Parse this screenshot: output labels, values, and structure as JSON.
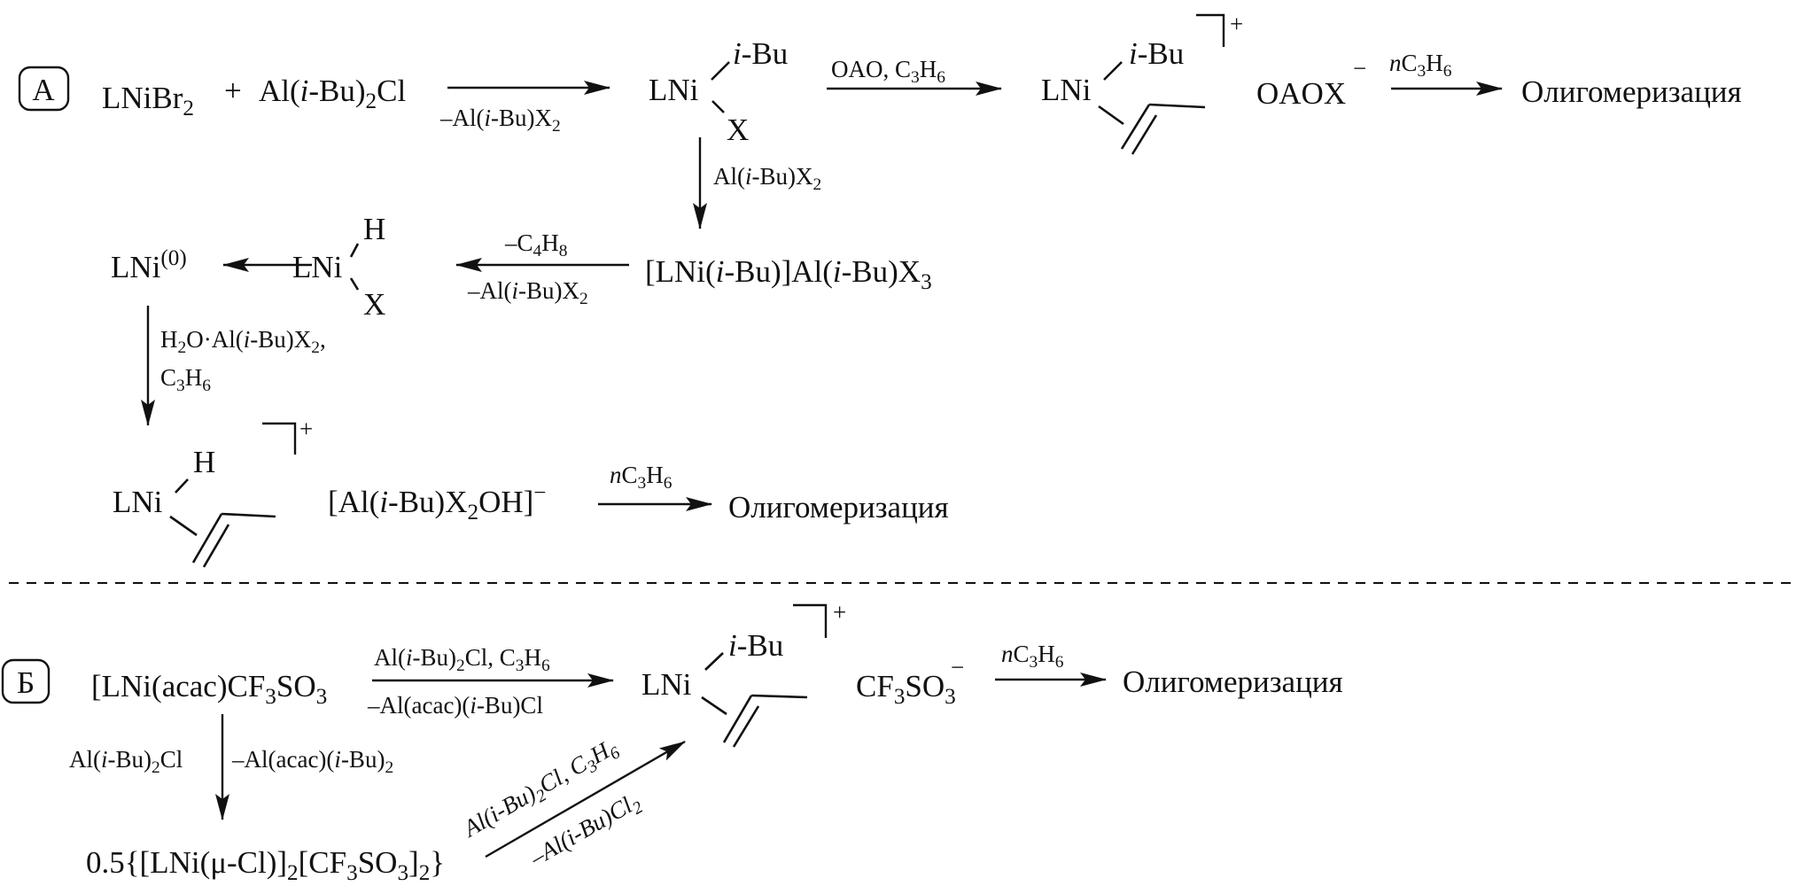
{
  "scheme": {
    "separator": "dashed-line",
    "panels": {
      "A": {
        "badge": "A",
        "reactant1": {
          "main": "LNiBr",
          "sub": "2"
        },
        "plus": "+",
        "reactant2": {
          "pre": "Al(",
          "it": "i",
          "post": "-Bu)",
          "sub": "2",
          "tail": "Cl"
        },
        "arrow1_below": {
          "pre": "–Al(",
          "it": "i",
          "post": "-Bu)X",
          "sub": "2"
        },
        "int1": {
          "center": "LNi",
          "upper": {
            "it": "i",
            "post": "-Bu"
          },
          "lower": "X"
        },
        "arrow2_above": {
          "pre": "OAO, C",
          "sub1": "3",
          "mid": "H",
          "sub2": "6"
        },
        "cation1": {
          "center": "LNi",
          "upper": {
            "it": "i",
            "post": "-Bu"
          },
          "charge": "+",
          "ligand": "propene"
        },
        "anion1": {
          "main": "OAOX",
          "charge": "−"
        },
        "arrow3_above": {
          "it": "n",
          "pre": "C",
          "sub1": "3",
          "mid": "H",
          "sub2": "6"
        },
        "product1": "Олигомеризация",
        "arrow_down1_label": {
          "pre": "Al(",
          "it": "i",
          "post": "-Bu)X",
          "sub": "2"
        },
        "int2": {
          "pre": "[LNi(",
          "it1": "i",
          "mid": "-Bu)]Al(",
          "it2": "i",
          "post": "-Bu)X",
          "sub": "3"
        },
        "arrow4_above": {
          "pre": "–C",
          "sub1": "4",
          "mid": "H",
          "sub2": "8"
        },
        "arrow4_below": {
          "pre": "–Al(",
          "it": "i",
          "post": "-Bu)X",
          "sub": "2"
        },
        "hydride": {
          "center": "LNi",
          "upper": "H",
          "lower": "X"
        },
        "ni0": {
          "main": "LNi",
          "sup": "(0)"
        },
        "arrow_down2_label1": {
          "pre": "H",
          "sub": "2",
          "mid": "O·Al(",
          "it": "i",
          "post": "-Bu)X",
          "sub2": "2",
          "tail": ","
        },
        "arrow_down2_label2": {
          "pre": "C",
          "sub1": "3",
          "mid": "H",
          "sub2": "6"
        },
        "cation2": {
          "center": "LNi",
          "upper": "H",
          "charge": "+",
          "ligand": "propene"
        },
        "anion2": {
          "pre": "[Al(",
          "it": "i",
          "post": "-Bu)X",
          "sub": "2",
          "tail": "OH]",
          "charge": "−"
        },
        "arrow5_above": {
          "it": "n",
          "pre": "C",
          "sub1": "3",
          "mid": "H",
          "sub2": "6"
        },
        "product2": "Олигомеризация"
      },
      "B": {
        "badge": "Б",
        "reactant": {
          "pre": "[LNi(acac)CF",
          "sub1": "3",
          "mid": "SO",
          "sub2": "3"
        },
        "arrow1_above": {
          "pre": "Al(",
          "it": "i",
          "post": "-Bu)",
          "sub": "2",
          "mid": "Cl, C",
          "sub1": "3",
          "mid2": "H",
          "sub2": "6"
        },
        "arrow1_below": {
          "pre": "–Al(acac)(",
          "it": "i",
          "post": "-Bu)Cl"
        },
        "cation": {
          "center": "LNi",
          "upper": {
            "it": "i",
            "post": "-Bu"
          },
          "charge": "+",
          "ligand": "propene"
        },
        "anion": {
          "pre": "CF",
          "sub1": "3",
          "mid": "SO",
          "sub2": "3",
          "charge": "−"
        },
        "arrow2_above": {
          "it": "n",
          "pre": "C",
          "sub1": "3",
          "mid": "H",
          "sub2": "6"
        },
        "product": "Олигомеризация",
        "arrow_down_left": {
          "pre": "Al(",
          "it": "i",
          "post": "-Bu)",
          "sub": "2",
          "tail": "Cl"
        },
        "arrow_down_right": {
          "pre": "–Al(acac)(",
          "it": "i",
          "post": "-Bu)",
          "sub": "2"
        },
        "dimer": {
          "pre": "0.5{[LNi(μ-Cl)]",
          "sub1": "2",
          "mid": "[CF",
          "sub2": "3",
          "mid2": "SO",
          "sub3": "3",
          "mid3": "]",
          "sub4": "2",
          "tail": "}"
        },
        "diag_above": {
          "pre": "Al(",
          "it1": "i",
          "post": "-Bu)",
          "sub": "2",
          "mid": "Cl, C",
          "sub1": "3",
          "mid2": "H",
          "sub2": "6"
        },
        "diag_below": {
          "pre": "–Al(",
          "it": "i",
          "post": "-Bu)Cl",
          "sub": "2"
        }
      }
    }
  }
}
